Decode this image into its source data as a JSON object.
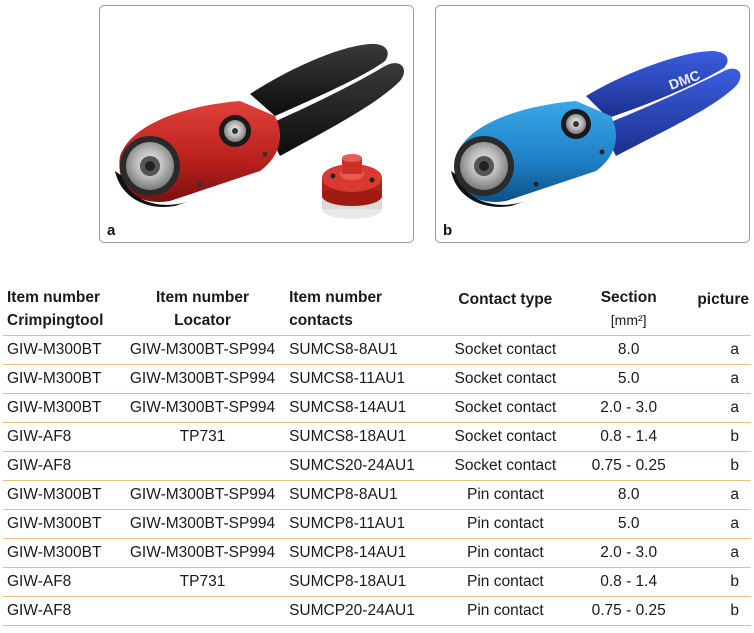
{
  "figure": {
    "panel_a": {
      "label": "a"
    },
    "panel_b": {
      "label": "b",
      "brand": "DMC"
    }
  },
  "table": {
    "headers": {
      "crimpingtool": [
        "Item number",
        "Crimpingtool"
      ],
      "locator": [
        "Item number",
        "Locator"
      ],
      "contacts": [
        "Item number",
        "contacts"
      ],
      "contact_type": "Contact type",
      "section": "Section",
      "section_unit": "[mm²]",
      "picture": "picture"
    },
    "rows": [
      {
        "tool": "GIW-M300BT",
        "locator": "GIW-M300BT-SP994",
        "contact": "SUMCS8-8AU1",
        "type": "Socket contact",
        "section": "8.0",
        "picture": "a"
      },
      {
        "tool": "GIW-M300BT",
        "locator": "GIW-M300BT-SP994",
        "contact": "SUMCS8-11AU1",
        "type": "Socket contact",
        "section": "5.0",
        "picture": "a"
      },
      {
        "tool": "GIW-M300BT",
        "locator": "GIW-M300BT-SP994",
        "contact": "SUMCS8-14AU1",
        "type": "Socket contact",
        "section": "2.0 - 3.0",
        "picture": "a"
      },
      {
        "tool": "GIW-AF8",
        "locator": "TP731",
        "contact": "SUMCS8-18AU1",
        "type": "Socket contact",
        "section": "0.8 - 1.4",
        "picture": "b"
      },
      {
        "tool": "GIW-AF8",
        "locator": "",
        "contact": "SUMCS20-24AU1",
        "type": "Socket contact",
        "section": "0.75 - 0.25",
        "picture": "b"
      },
      {
        "tool": "GIW-M300BT",
        "locator": "GIW-M300BT-SP994",
        "contact": "SUMCP8-8AU1",
        "type": "Pin contact",
        "section": "8.0",
        "picture": "a"
      },
      {
        "tool": "GIW-M300BT",
        "locator": "GIW-M300BT-SP994",
        "contact": "SUMCP8-11AU1",
        "type": "Pin contact",
        "section": "5.0",
        "picture": "a"
      },
      {
        "tool": "GIW-M300BT",
        "locator": "GIW-M300BT-SP994",
        "contact": "SUMCP8-14AU1",
        "type": "Pin contact",
        "section": "2.0 - 3.0",
        "picture": "a"
      },
      {
        "tool": "GIW-AF8",
        "locator": "TP731",
        "contact": "SUMCP8-18AU1",
        "type": "Pin contact",
        "section": "0.8 - 1.4",
        "picture": "b"
      },
      {
        "tool": "GIW-AF8",
        "locator": "",
        "contact": "SUMCP20-24AU1",
        "type": "Pin contact",
        "section": "0.75 - 0.25",
        "picture": "b"
      }
    ]
  }
}
